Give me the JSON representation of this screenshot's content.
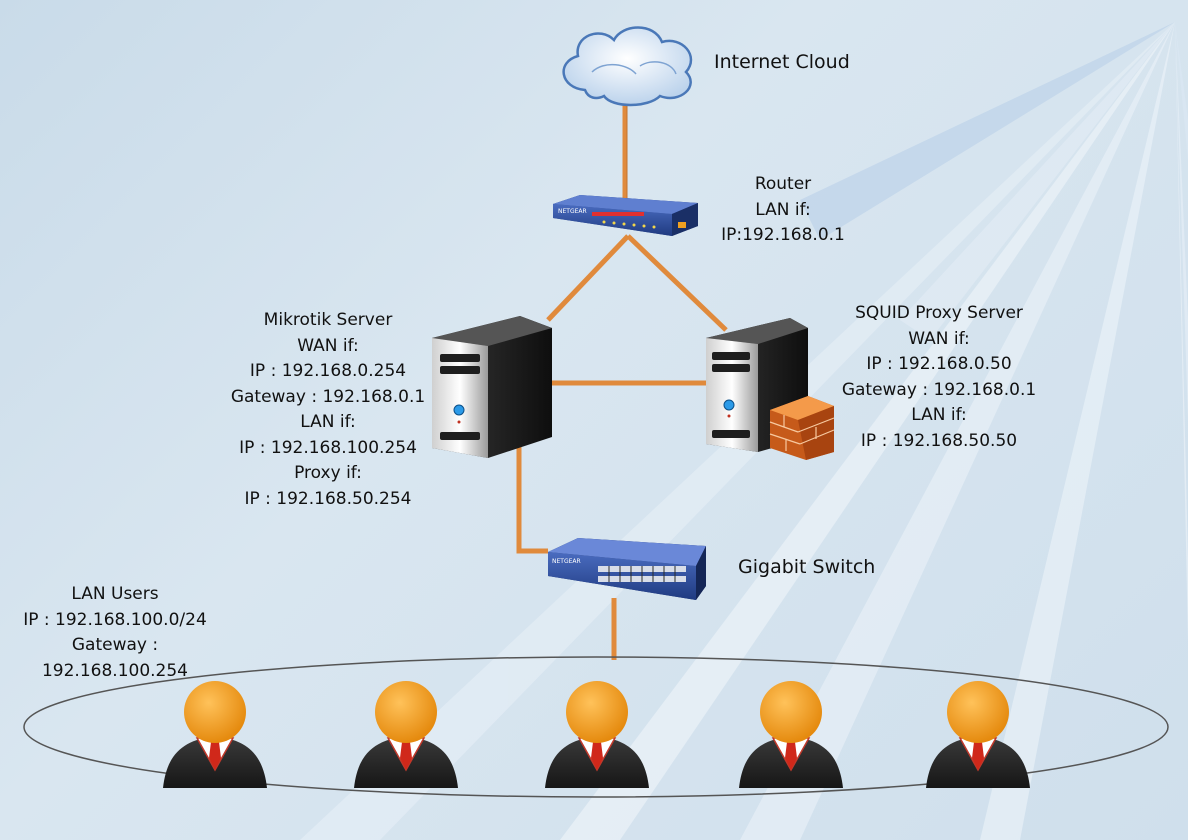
{
  "internet": {
    "label": "Internet Cloud"
  },
  "router": {
    "lines": [
      "Router",
      "LAN if:",
      "IP:192.168.0.1"
    ]
  },
  "mikrotik": {
    "lines": [
      "Mikrotik Server",
      "WAN if:",
      "IP : 192.168.0.254",
      "Gateway : 192.168.0.1",
      "LAN if:",
      "IP : 192.168.100.254",
      "Proxy if:",
      "IP : 192.168.50.254"
    ]
  },
  "squid": {
    "lines": [
      "SQUID Proxy Server",
      "WAN if:",
      "IP : 192.168.0.50",
      "Gateway : 192.168.0.1",
      "LAN if:",
      "IP : 192.168.50.50"
    ]
  },
  "switch": {
    "label": "Gigabit Switch"
  },
  "lan_users": {
    "lines": [
      "LAN Users",
      "IP : 192.168.100.0/24",
      "Gateway :",
      "192.168.100.254"
    ]
  },
  "device_brand": "NETGEAR",
  "colors": {
    "link": "#e08a3c",
    "device_blue": "#2e4d9a",
    "person_head": "#f39a1c"
  }
}
